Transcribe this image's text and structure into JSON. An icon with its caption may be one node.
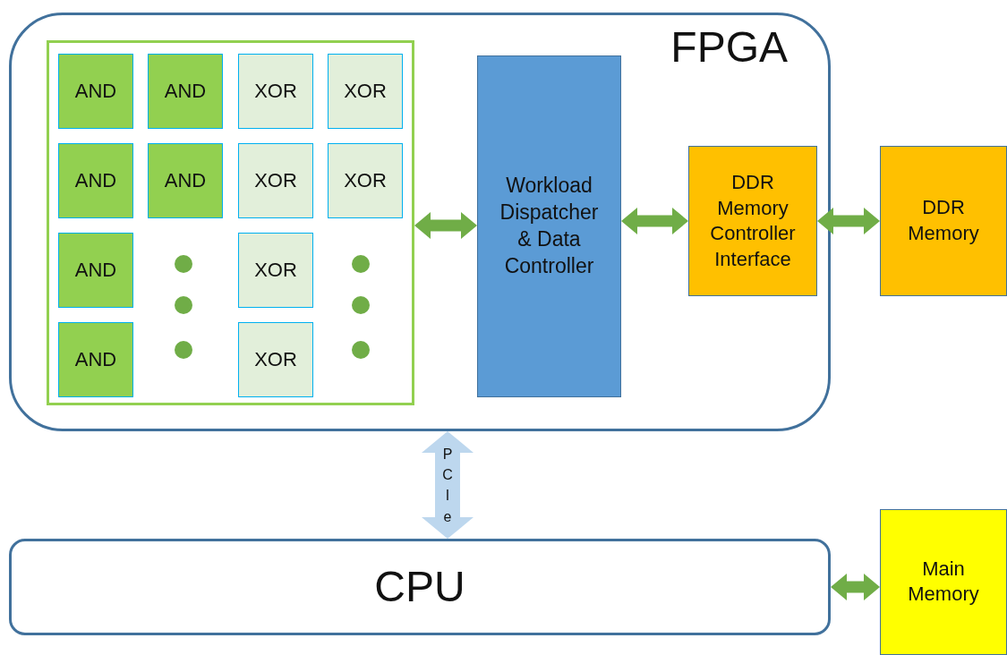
{
  "diagram": {
    "nodes": [
      {
        "text": [
          "FPGA"
        ]
      },
      {
        "text": [],
        "shape": "box",
        "in": 0
      },
      {
        "text": [
          "AND"
        ],
        "in": 1
      },
      {
        "text": [
          "AND"
        ],
        "in": 1
      },
      {
        "text": [
          "XOR"
        ],
        "in": 1
      },
      {
        "text": [
          "XOR"
        ],
        "in": 1
      },
      {
        "text": [
          "AND"
        ],
        "in": 1
      },
      {
        "text": [
          "AND"
        ],
        "in": 1
      },
      {
        "text": [
          "XOR"
        ],
        "in": 1
      },
      {
        "text": [
          "XOR"
        ],
        "in": 1
      },
      {
        "text": [
          "AND"
        ],
        "in": 1
      },
      {
        "text": [
          "XOR"
        ],
        "in": 1
      },
      {
        "text": [
          "AND"
        ],
        "in": 1
      },
      {
        "text": [
          "XOR"
        ],
        "in": 1
      },
      {
        "text": [
          "Workload Dispatcher & Data Controller"
        ],
        "in": 0
      },
      {
        "text": [
          "DDR Memory Controller Interface"
        ],
        "in": 0
      },
      {
        "text": [
          "DDR Memory"
        ]
      },
      {
        "text": [
          "CPU"
        ]
      },
      {
        "text": [
          "Main Memory"
        ]
      }
    ],
    "edges": [
      {
        "from": 1,
        "to": 14,
        "arrow": "both"
      },
      {
        "from": 14,
        "to": 15,
        "arrow": "both"
      },
      {
        "from": 15,
        "to": 16,
        "arrow": "both"
      },
      {
        "from": 0,
        "to": 17,
        "arrow": "both",
        "label": "PCIe",
        "color": "#bdd7ee"
      },
      {
        "from": 17,
        "to": 18,
        "arrow": "both"
      }
    ]
  }
}
